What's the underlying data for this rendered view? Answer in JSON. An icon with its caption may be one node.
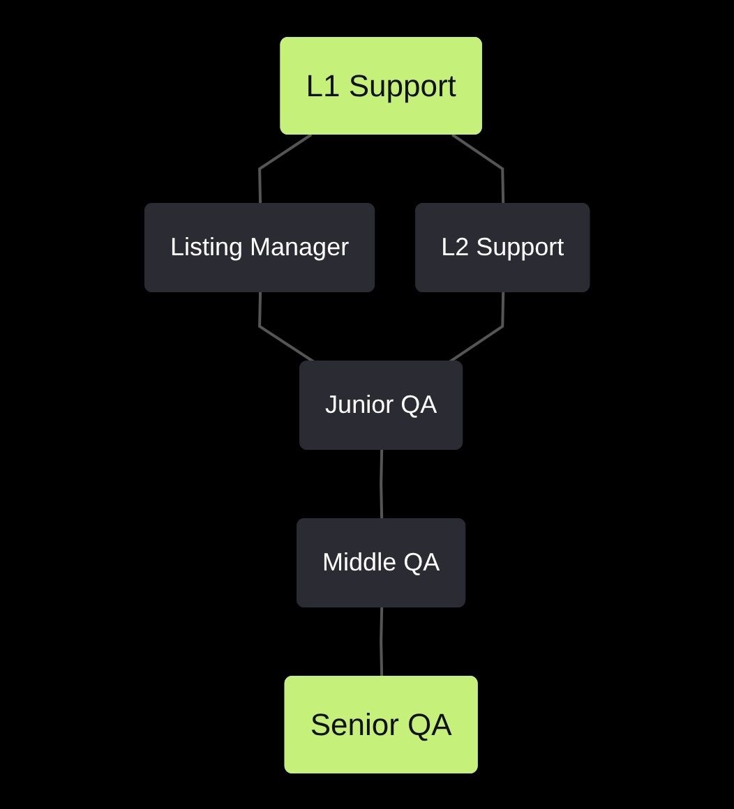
{
  "diagram": {
    "nodes": [
      {
        "text": [
          "L1 Support"
        ]
      },
      {
        "text": [
          "Listing Manager"
        ]
      },
      {
        "text": [
          "L2 Support"
        ]
      },
      {
        "text": [
          "Junior QA"
        ]
      },
      {
        "text": [
          "Middle QA"
        ]
      },
      {
        "text": [
          "Senior QA"
        ]
      }
    ],
    "edges": [
      {
        "from": 0,
        "to": 1,
        "arrow": "none"
      },
      {
        "from": 0,
        "to": 2,
        "arrow": "none"
      },
      {
        "from": 1,
        "to": 3,
        "arrow": "none"
      },
      {
        "from": 2,
        "to": 3,
        "arrow": "none"
      },
      {
        "from": 3,
        "to": 4,
        "arrow": "none"
      },
      {
        "from": 4,
        "to": 5,
        "arrow": "none"
      }
    ]
  }
}
